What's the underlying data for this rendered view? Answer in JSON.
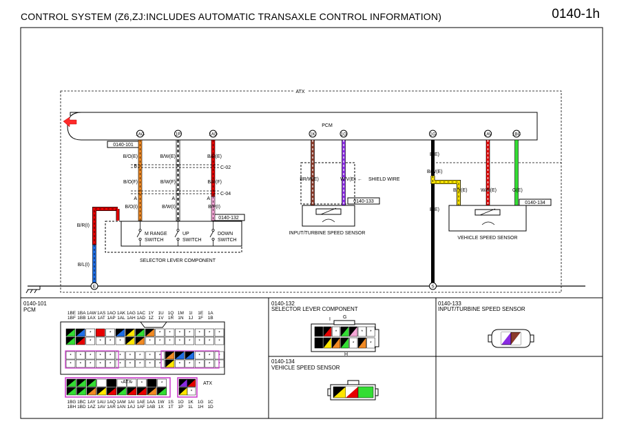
{
  "header": {
    "title": "CONTROL SYSTEM (Z6,ZJ:INCLUDES AUTOMATIC TRANSAXLE CONTROL INFORMATION)",
    "page_number": "0140-1h"
  },
  "wiring": {
    "atx_label": "ATX",
    "pcm_label": "PCM",
    "shield_label": "SHIELD WIRE",
    "connectors": {
      "pcm": "0140-101",
      "selector": "0140-132",
      "turbine": "0140-133",
      "vss": "0140-134"
    },
    "terminals": [
      "1AG",
      "1P",
      "1AD",
      "1K",
      "1O",
      "1G",
      "1AV",
      "1BC"
    ],
    "junctions": {
      "j1": "C-02",
      "j2": "C-04"
    },
    "grounds": [
      "E",
      "S"
    ],
    "selector_wires": {
      "w1": [
        "B/O(E)",
        "B/O(F)",
        "B/O(I)"
      ],
      "w2": [
        "B/W(E)",
        "B/W(F)",
        "B/W(I)"
      ],
      "w3": [
        "B/R(E)",
        "B/R(F)",
        "B/P(I)"
      ],
      "pins": [
        "B",
        "A",
        "A",
        "A"
      ]
    },
    "switch_labels": {
      "mrange": [
        "M RANGE",
        "SWITCH"
      ],
      "up": [
        "UP",
        "SWITCH"
      ],
      "down": [
        "DOWN",
        "SWITCH"
      ]
    },
    "selector_component": "SELECTOR LEVER COMPONENT",
    "ground_wires": [
      "B/R(I)",
      "B/L(I)"
    ],
    "turbine_wires": [
      "BR/W(E)",
      "W/V(E)"
    ],
    "turbine_sensor": "INPUT/TURBINE SPEED SENSOR",
    "vss_wires": [
      "B(E)",
      "B/W(E)",
      "B(E)",
      "B/Y(E)",
      "W/R(E)",
      "G(E)"
    ],
    "vss_sensor": "VEHICLE SPEED SENSOR"
  },
  "bottom_panels": {
    "pcm": {
      "code": "0140-101",
      "name": "PCM",
      "top_rows": [
        [
          "1BE",
          "1BA",
          "1AW",
          "1AS",
          "1AO",
          "1AK",
          "1AG",
          "1AC",
          "1Y",
          "1U",
          "1Q",
          "1M",
          "1I",
          "1E",
          "1A"
        ],
        [
          "1BF",
          "1BB",
          "1AX",
          "1AT",
          "1AP",
          "1AL",
          "1AH",
          "1AD",
          "1Z",
          "1V",
          "1R",
          "1N",
          "1J",
          "1F",
          "1B"
        ]
      ],
      "bottom_rows": [
        [
          "1BG",
          "1BC",
          "1AY",
          "1AU",
          "1AQ",
          "1AM",
          "1AI",
          "1AE",
          "1AA",
          "1W",
          "1S",
          "1O",
          "1K",
          "1G",
          "1C"
        ],
        [
          "1BH",
          "1BD",
          "1AZ",
          "1AV",
          "1AR",
          "1AN",
          "1AJ",
          "1AF",
          "1AB",
          "1X",
          "1T",
          "1P",
          "1L",
          "1H",
          "1D"
        ]
      ],
      "atx_tag": "ATX"
    },
    "selector": {
      "code": "0140-132",
      "name": "SELECTOR LEVER COMPONENT",
      "pins": [
        "I",
        "G",
        "H"
      ]
    },
    "turbine": {
      "code": "0140-133",
      "name": "INPUT/TURBINE SPEED SENSOR"
    },
    "vss": {
      "code": "0140-134",
      "name": "VEHICLE SPEED SENSOR"
    }
  },
  "colors": {
    "orange": "#f08a24",
    "black": "#000000",
    "red": "#e60000",
    "brown": "#8b3a2a",
    "violet": "#8a2be2",
    "blue": "#1e6ee6",
    "yellow": "#ffe600",
    "green": "#33dd33",
    "pink": "#f5a6d6",
    "magenta": "#cc33cc",
    "arrow": "#ff2a2a"
  }
}
